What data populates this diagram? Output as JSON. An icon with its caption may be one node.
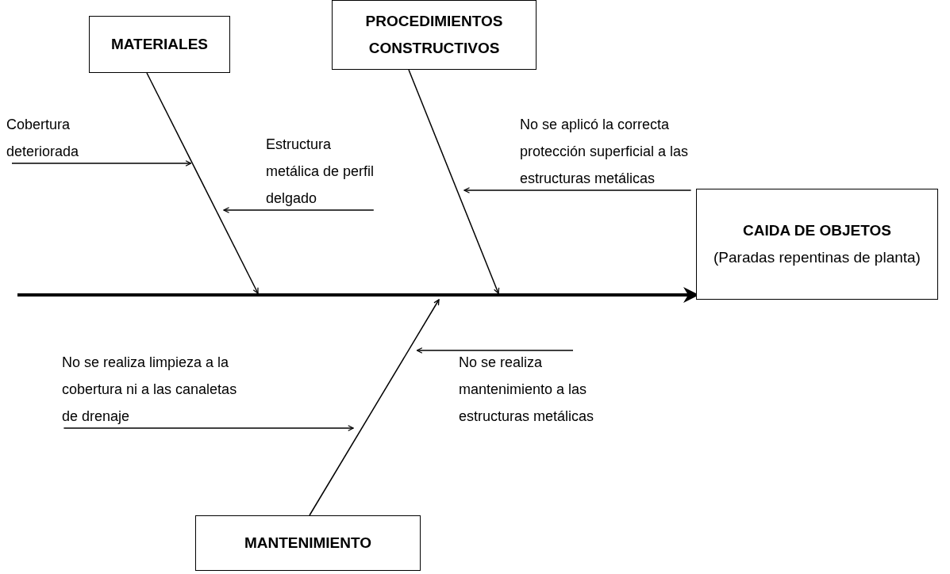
{
  "diagram": {
    "nodes": [
      {
        "text": [
          "MATERIALES"
        ]
      },
      {
        "text": [
          "PROCEDIMIENTOS CONSTRUCTIVOS"
        ]
      },
      {
        "text": [
          "Cobertura deteriorada"
        ]
      },
      {
        "text": [
          "No se aplicó la correcta protección superficial a las estructuras metálicas"
        ]
      },
      {
        "text": [
          "Estructura metálica de perfil delgado"
        ]
      },
      {
        "text": [
          "CAIDA DE OBJETOS",
          "(Paradas repentinas de planta)"
        ]
      },
      {
        "text": [
          "No  se realiza limpieza a la cobertura ni a las canaletas de drenaje"
        ]
      },
      {
        "text": [
          "No se realiza mantenimiento a las estructuras metálicas"
        ]
      },
      {
        "text": [
          "MANTENIMIENTO"
        ]
      }
    ],
    "edges": [
      {
        "from": null,
        "to": 5,
        "arrow": "to",
        "style": "thick"
      },
      {
        "from": 0,
        "to": null,
        "arrow": "to"
      },
      {
        "from": 1,
        "to": null,
        "arrow": "to"
      },
      {
        "from": 8,
        "to": null,
        "arrow": "to"
      },
      {
        "from": 2,
        "to": null,
        "arrow": "to"
      },
      {
        "from": 4,
        "to": null,
        "arrow": "to"
      },
      {
        "from": 3,
        "to": null,
        "arrow": "to"
      },
      {
        "from": 6,
        "to": null,
        "arrow": "to"
      },
      {
        "from": 7,
        "to": null,
        "arrow": "to"
      }
    ]
  }
}
